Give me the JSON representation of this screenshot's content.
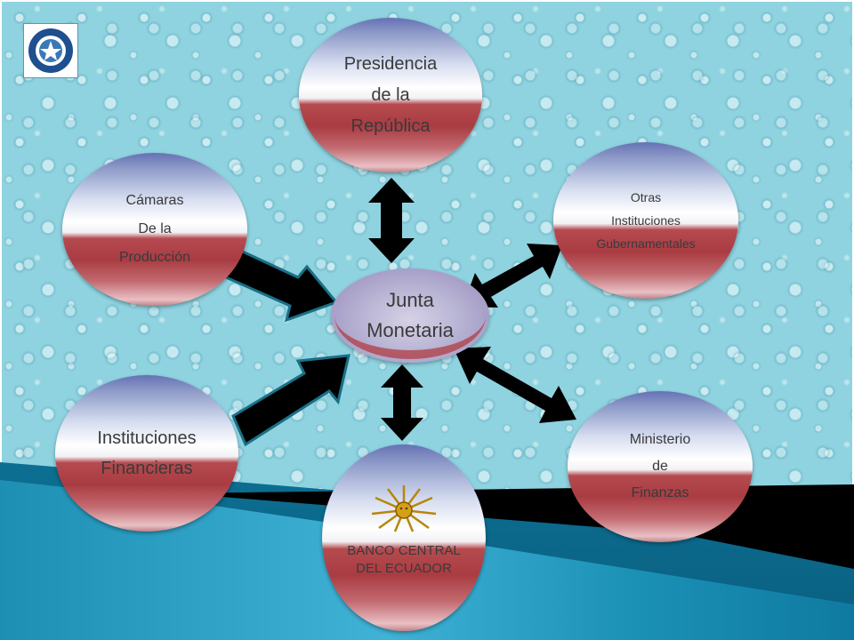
{
  "nodes": {
    "presidencia": {
      "line1": "Presidencia",
      "line2": "de  la",
      "line3": "República"
    },
    "camaras": {
      "line1": "Cámaras",
      "line2": "De la",
      "line3": "Producción"
    },
    "otras": {
      "line1": "Otras",
      "line2": "Instituciones",
      "line3": "Gubernamentales"
    },
    "center": {
      "line1": "Junta",
      "line2": "Monetaria"
    },
    "instituciones": {
      "line1": "Instituciones",
      "line2": "Financieras"
    },
    "banco": {
      "line1": "BANCO CENTRAL",
      "line2": "DEL ECUADOR"
    },
    "ministerio": {
      "line1": "Ministerio",
      "line2": "de",
      "line3": "Finanzas"
    }
  },
  "colors": {
    "water": "#8fd3e0",
    "node_blue": "#6572b4",
    "node_red": "#a93c42",
    "arrow": "#000000",
    "floor_teal": "#1a96b8"
  }
}
